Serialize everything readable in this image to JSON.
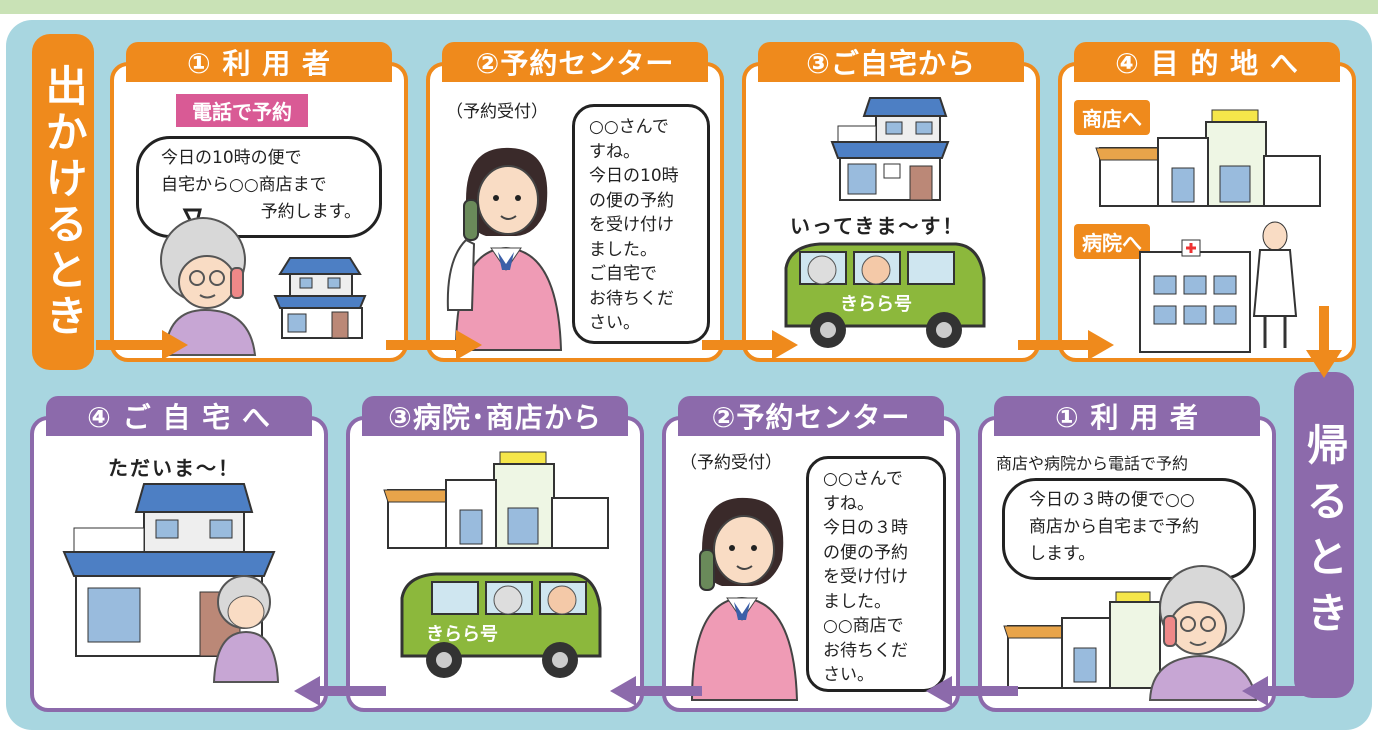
{
  "side_tabs": {
    "outbound_label": "出かけるとき",
    "return_label": "帰るとき"
  },
  "outbound": {
    "panel1": {
      "title": "① 利 用 者",
      "tag": "電話で予約",
      "bubble_lines": [
        "今日の10時の便で",
        "自宅から○○商店まで",
        "予約します。"
      ]
    },
    "panel2": {
      "title": "②予約センター",
      "caption": "（予約受付）",
      "bubble_lines": [
        "○○さんで",
        "すね。",
        "今日の10時",
        "の便の予約",
        "を受け付け",
        "ました。",
        "ご自宅で",
        "お待ちくだ",
        "さい。"
      ]
    },
    "panel3": {
      "title": "③ご自宅から",
      "caption": "いってきま～す！",
      "bus_label": "きらら号"
    },
    "panel4": {
      "title": "④ 目 的 地 へ",
      "tag_shop": "商店へ",
      "tag_hospital": "病院へ"
    }
  },
  "return": {
    "panel1": {
      "title": "① 利 用 者",
      "caption": "商店や病院から電話で予約",
      "bubble_lines": [
        "今日の３時の便で○○",
        "商店から自宅まで予約",
        "します。"
      ]
    },
    "panel2": {
      "title": "②予約センター",
      "caption": "（予約受付）",
      "bubble_lines": [
        "○○さんで",
        "すね。",
        "今日の３時",
        "の便の予約",
        "を受け付け",
        "ました。",
        "○○商店で",
        "お待ちくだ",
        "さい。"
      ]
    },
    "panel3": {
      "title": "③病院･商店から",
      "bus_label": "きらら号"
    },
    "panel4": {
      "title": "④ ご 自 宅 へ",
      "caption": "ただいま～！"
    }
  },
  "colors": {
    "outbound": "#ef8a1c",
    "return": "#8c6aab",
    "background": "#a8d6e0",
    "tag_pink": "#d95a95",
    "bus_green": "#8cb83c"
  }
}
